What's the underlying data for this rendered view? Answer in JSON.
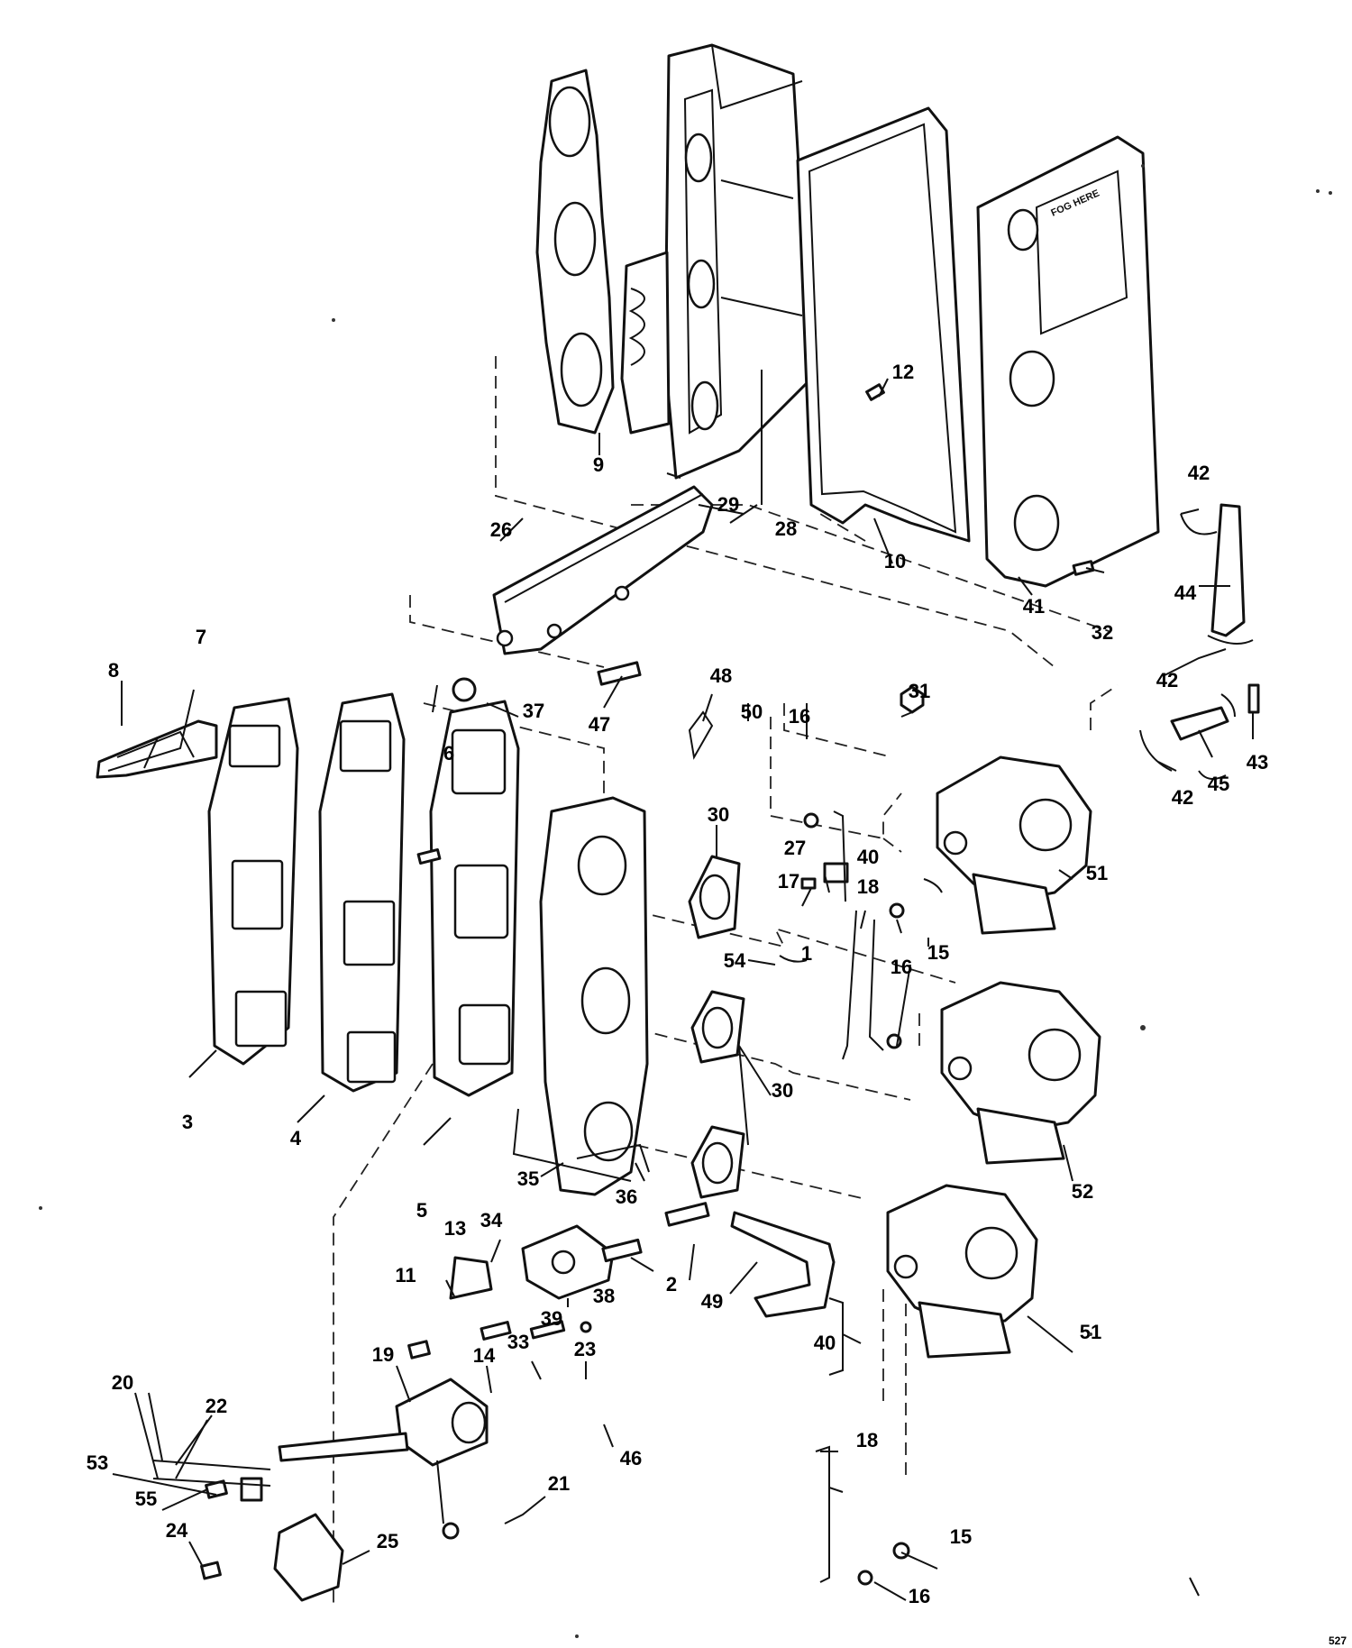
{
  "stamp_text": "FOG HERE",
  "corner_code": "527",
  "callouts": [
    {
      "id": "c1",
      "label": "1"
    },
    {
      "id": "c2",
      "label": "2"
    },
    {
      "id": "c3",
      "label": "3"
    },
    {
      "id": "c4",
      "label": "4"
    },
    {
      "id": "c5",
      "label": "5"
    },
    {
      "id": "c6",
      "label": "6"
    },
    {
      "id": "c7",
      "label": "7"
    },
    {
      "id": "c8",
      "label": "8"
    },
    {
      "id": "c9",
      "label": "9"
    },
    {
      "id": "c10",
      "label": "10"
    },
    {
      "id": "c11",
      "label": "11"
    },
    {
      "id": "c12",
      "label": "12"
    },
    {
      "id": "c13",
      "label": "13"
    },
    {
      "id": "c14",
      "label": "14"
    },
    {
      "id": "c15a",
      "label": "15"
    },
    {
      "id": "c15b",
      "label": "15"
    },
    {
      "id": "c16a",
      "label": "16"
    },
    {
      "id": "c16b",
      "label": "16"
    },
    {
      "id": "c16c",
      "label": "16"
    },
    {
      "id": "c17",
      "label": "17"
    },
    {
      "id": "c18a",
      "label": "18"
    },
    {
      "id": "c18b",
      "label": "18"
    },
    {
      "id": "c19",
      "label": "19"
    },
    {
      "id": "c20",
      "label": "20"
    },
    {
      "id": "c21",
      "label": "21"
    },
    {
      "id": "c22",
      "label": "22"
    },
    {
      "id": "c23",
      "label": "23"
    },
    {
      "id": "c24",
      "label": "24"
    },
    {
      "id": "c25",
      "label": "25"
    },
    {
      "id": "c26",
      "label": "26"
    },
    {
      "id": "c27",
      "label": "27"
    },
    {
      "id": "c28",
      "label": "28"
    },
    {
      "id": "c29",
      "label": "29"
    },
    {
      "id": "c30a",
      "label": "30"
    },
    {
      "id": "c30b",
      "label": "30"
    },
    {
      "id": "c31",
      "label": "31"
    },
    {
      "id": "c32",
      "label": "32"
    },
    {
      "id": "c33",
      "label": "33"
    },
    {
      "id": "c34",
      "label": "34"
    },
    {
      "id": "c35",
      "label": "35"
    },
    {
      "id": "c36",
      "label": "36"
    },
    {
      "id": "c37",
      "label": "37"
    },
    {
      "id": "c38",
      "label": "38"
    },
    {
      "id": "c39",
      "label": "39"
    },
    {
      "id": "c40a",
      "label": "40"
    },
    {
      "id": "c40b",
      "label": "40"
    },
    {
      "id": "c41",
      "label": "41"
    },
    {
      "id": "c42a",
      "label": "42"
    },
    {
      "id": "c42b",
      "label": "42"
    },
    {
      "id": "c42c",
      "label": "42"
    },
    {
      "id": "c43",
      "label": "43"
    },
    {
      "id": "c44",
      "label": "44"
    },
    {
      "id": "c45",
      "label": "45"
    },
    {
      "id": "c46",
      "label": "46"
    },
    {
      "id": "c47",
      "label": "47"
    },
    {
      "id": "c48",
      "label": "48"
    },
    {
      "id": "c49",
      "label": "49"
    },
    {
      "id": "c50",
      "label": "50"
    },
    {
      "id": "c51a",
      "label": "51"
    },
    {
      "id": "c51b",
      "label": "51"
    },
    {
      "id": "c52",
      "label": "52"
    },
    {
      "id": "c53",
      "label": "53"
    },
    {
      "id": "c54",
      "label": "54"
    },
    {
      "id": "c55",
      "label": "55"
    }
  ]
}
